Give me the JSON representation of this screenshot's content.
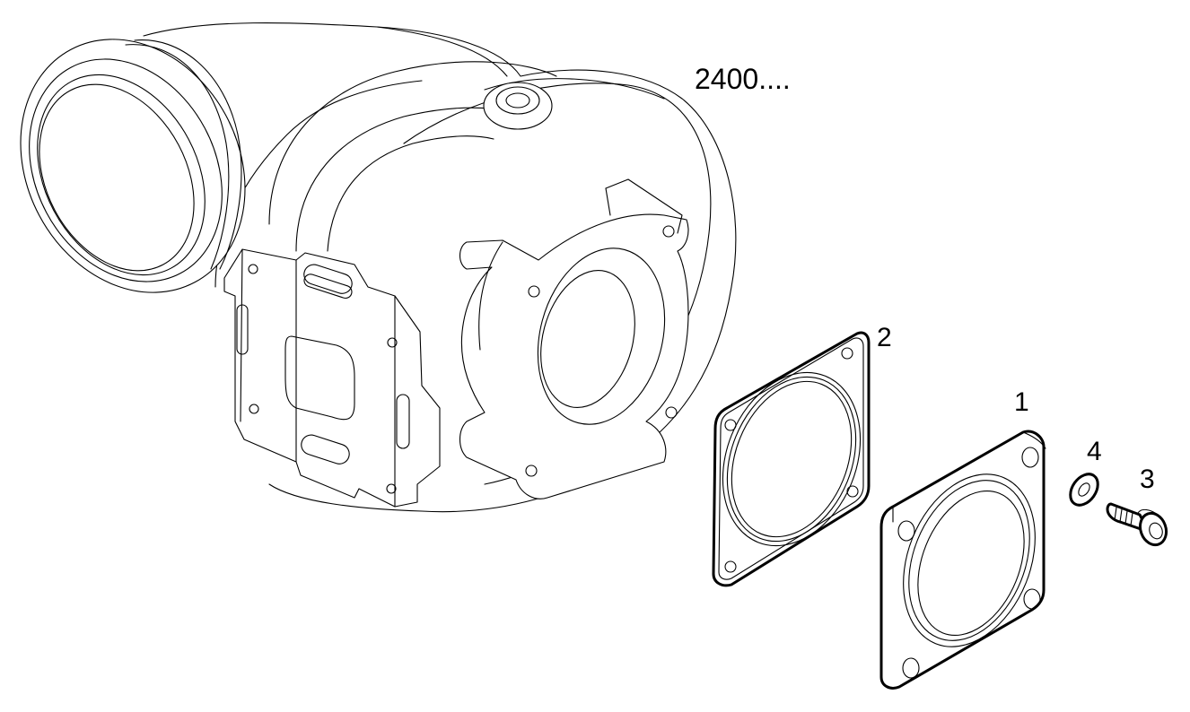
{
  "diagram": {
    "reference_label": "2400....",
    "callouts": [
      {
        "id": "1",
        "label": "1"
      },
      {
        "id": "2",
        "label": "2"
      },
      {
        "id": "3",
        "label": "3"
      },
      {
        "id": "4",
        "label": "4"
      }
    ]
  }
}
